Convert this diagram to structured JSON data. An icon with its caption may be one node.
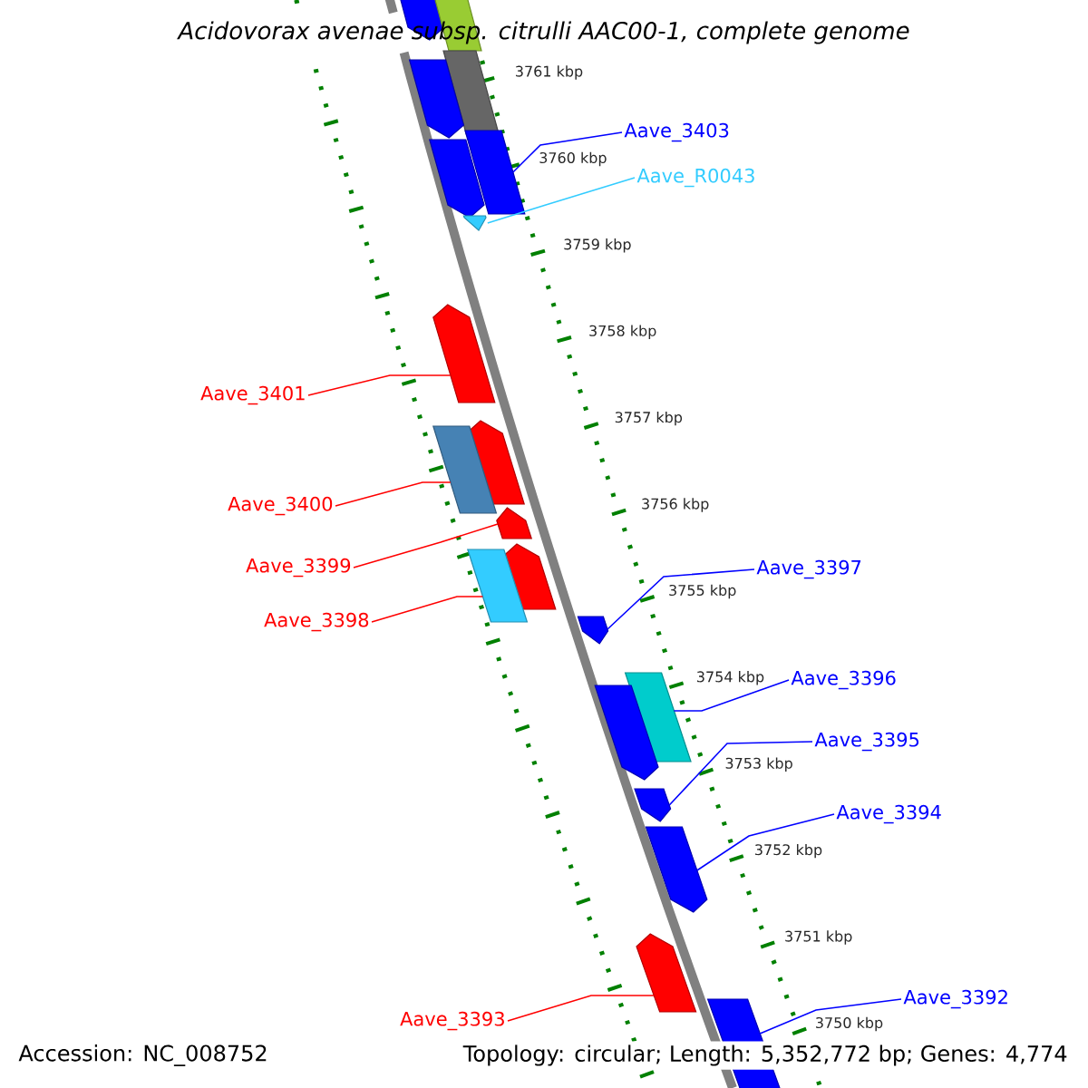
{
  "diagram": {
    "title": "Acidovorax avenae subsp. citrulli AAC00-1, complete genome",
    "nodes": [
      {
        "text": [
          "Aave_3403"
        ]
      },
      {
        "text": [
          "Aave_R0043"
        ]
      },
      {
        "text": [
          "Aave_3401"
        ]
      },
      {
        "text": [
          "Aave_3400"
        ]
      },
      {
        "text": [
          "Aave_3399"
        ]
      },
      {
        "text": [
          "Aave_3397"
        ]
      },
      {
        "text": [
          "Aave_3398"
        ]
      },
      {
        "text": [
          "Aave_3396"
        ]
      },
      {
        "text": [
          "Aave_3395"
        ]
      },
      {
        "text": [
          "Aave_3394"
        ]
      },
      {
        "text": [
          "Aave_3392"
        ]
      },
      {
        "text": [
          "Aave_3393"
        ]
      },
      {
        "text": [],
        "shape": "bar"
      },
      {
        "text": [],
        "shape": "bar"
      },
      {
        "text": [],
        "shape": "bar"
      },
      {
        "text": [],
        "shape": "bar"
      },
      {
        "text": [],
        "shape": "bar"
      },
      {
        "text": [],
        "shape": "bar"
      },
      {
        "text": [],
        "shape": "bar"
      },
      {
        "text": [],
        "shape": "bar"
      },
      {
        "text": [],
        "shape": "bar"
      },
      {
        "text": [],
        "shape": "bar"
      },
      {
        "text": [],
        "shape": "bar"
      },
      {
        "text": [],
        "shape": "bar"
      },
      {
        "text": [],
        "shape": "bar"
      },
      {
        "text": [],
        "shape": "bar"
      },
      {
        "text": [],
        "shape": "bar"
      },
      {
        "text": [],
        "shape": "bar"
      },
      {
        "text": [],
        "shape": "bar"
      },
      {
        "text": [],
        "shape": "bar"
      },
      {
        "text": [],
        "shape": "bar"
      },
      {
        "text": [],
        "shape": "bar"
      }
    ],
    "edges": [
      {
        "from": 0,
        "to": 16,
        "arrow": "none",
        "color": "#0000ff"
      },
      {
        "from": 1,
        "to": 18,
        "arrow": "none",
        "color": "#33ccff"
      },
      {
        "from": 2,
        "to": 19,
        "arrow": "none",
        "color": "#ff0000"
      },
      {
        "from": 3,
        "to": 21,
        "arrow": "none",
        "color": "#ff0000"
      },
      {
        "from": 4,
        "to": 22,
        "arrow": "none",
        "color": "#ff0000"
      },
      {
        "from": 5,
        "to": 25,
        "arrow": "none",
        "color": "#0000ff"
      },
      {
        "from": 6,
        "to": 24,
        "arrow": "none",
        "color": "#ff0000"
      },
      {
        "from": 7,
        "to": 26,
        "arrow": "none",
        "color": "#0000ff"
      },
      {
        "from": 8,
        "to": 28,
        "arrow": "none",
        "color": "#0000ff"
      },
      {
        "from": 9,
        "to": 29,
        "arrow": "none",
        "color": "#0000ff"
      },
      {
        "from": 10,
        "to": 31,
        "arrow": "none",
        "color": "#0000ff"
      },
      {
        "from": 11,
        "to": 30,
        "arrow": "none",
        "color": "#ff0000"
      }
    ],
    "labels": [
      "3761 kbp",
      "3760 kbp",
      "3759 kbp",
      "3758 kbp",
      "3757 kbp",
      "3756 kbp",
      "3755 kbp",
      "3754 kbp",
      "3753 kbp",
      "3752 kbp",
      "3751 kbp",
      "3750 kbp",
      "Accession: NC_008752",
      "Topology: circular; Length: 5,352,772 bp; Genes: 4,774"
    ]
  }
}
